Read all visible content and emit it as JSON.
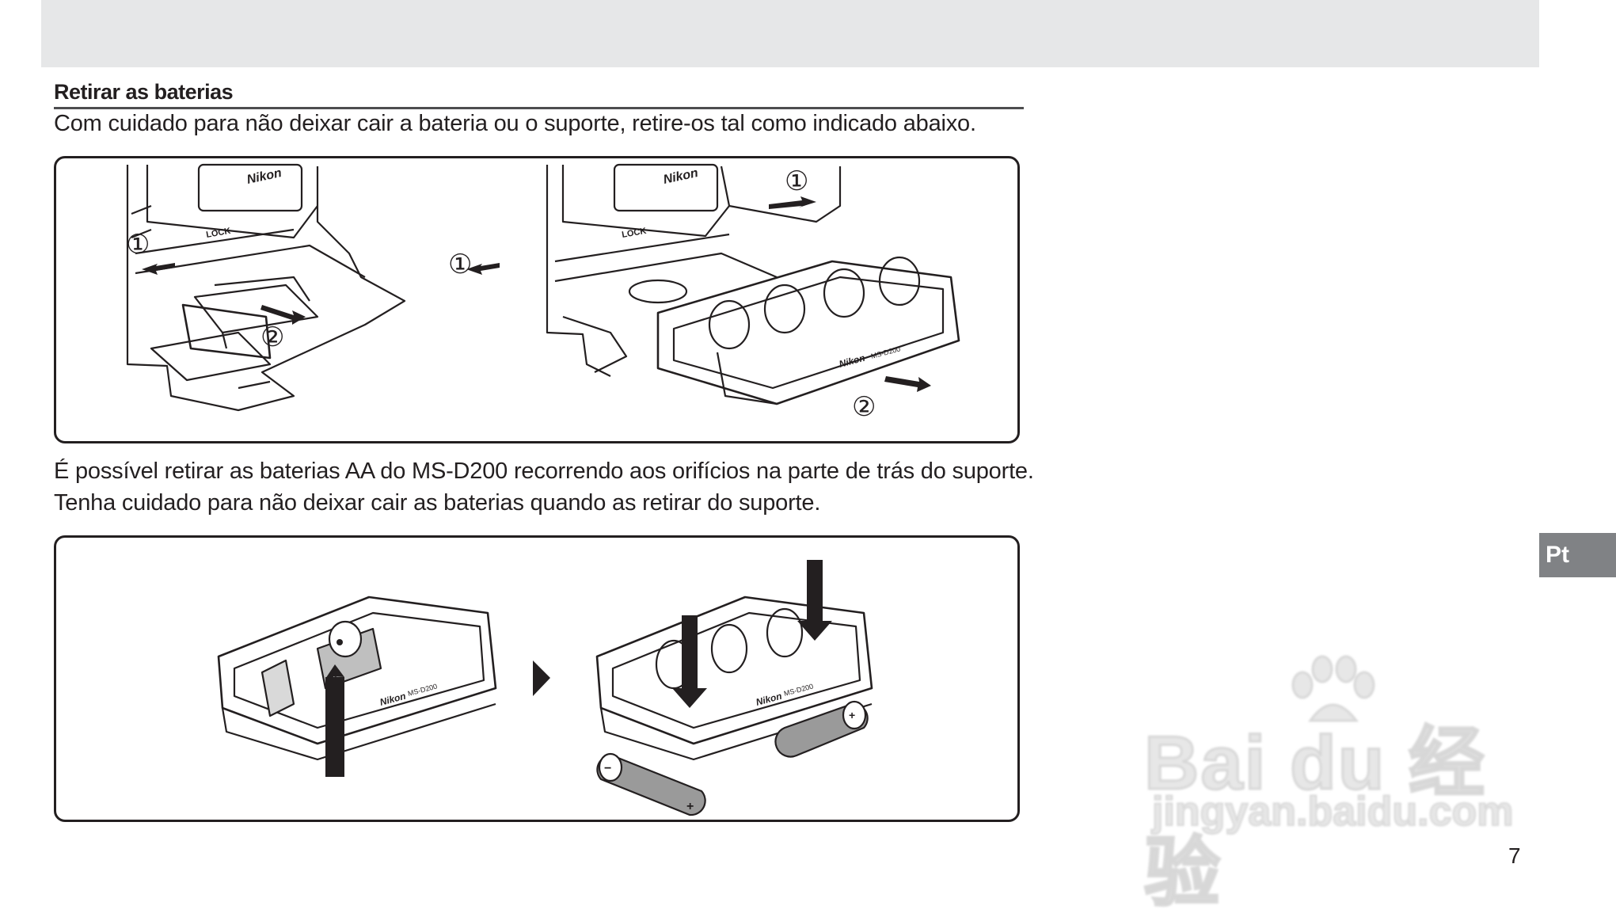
{
  "section": {
    "heading": "Retirar as baterias",
    "intro": "Com cuidado para não deixar cair a bateria ou o suporte, retire-os tal como indicado abaixo.",
    "para_line1": "É possível retirar as baterias AA do MS-D200 recorrendo aos orifícios na parte de trás do suporte.",
    "para_line2": "Tenha cuidado para não deixar cair as baterias quando as retirar do suporte."
  },
  "figure1": {
    "left_brand": "Nikon",
    "left_lock": "LOCK",
    "left_step1": "①",
    "left_step2": "②",
    "right_brand": "Nikon",
    "right_lock": "LOCK",
    "right_step1a": "①",
    "right_step1b": "①",
    "right_step2": "②",
    "tray_brand": "Nikon",
    "tray_model": "MS-D200"
  },
  "figure2": {
    "left_brand": "Nikon",
    "left_model": "MS-D200",
    "right_brand": "Nikon",
    "right_model": "MS-D200"
  },
  "sidebar": {
    "language_tab": "Pt"
  },
  "footer": {
    "page_number": "7"
  },
  "watermark": {
    "logo": "Bai du 经验",
    "url": "jingyan.baidu.com"
  }
}
